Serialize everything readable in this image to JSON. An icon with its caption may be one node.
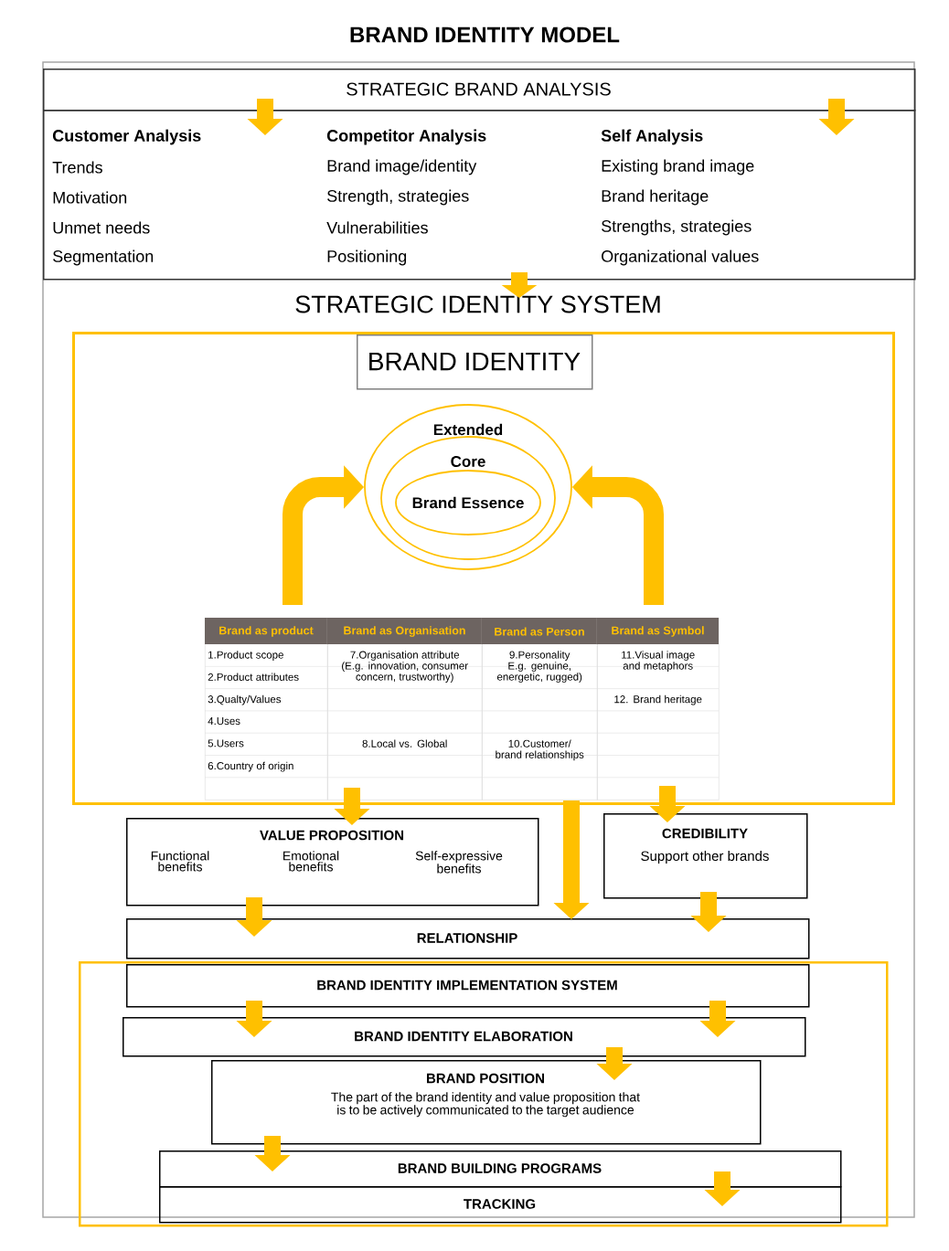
{
  "diagram": {
    "title": "BRAND IDENTITY MODEL",
    "nodes": [
      {
        "text": [
          "STRATEGIC BRAND ANALYSIS"
        ]
      },
      {
        "text": [],
        "shape": "box"
      },
      {
        "text": [
          "Customer Analysis",
          "Trends",
          "Motivation",
          "Unmet needs",
          "Segmentation"
        ],
        "in": 1
      },
      {
        "text": [
          "Competitor Analysis",
          "Brand image/identity",
          "Strength, strategies",
          "Vulnerabilities",
          "Positioning"
        ],
        "in": 1
      },
      {
        "text": [
          "Self Analysis",
          "Existing brand image",
          "Brand heritage",
          "Strengths, strategies",
          "Organizational values"
        ],
        "in": 1
      },
      {
        "text": [],
        "shape": "box"
      },
      {
        "text": [
          "BRAND IDENTITY"
        ],
        "in": 5
      },
      {
        "text": [
          "Extended"
        ],
        "in": 5
      },
      {
        "text": [
          "Core"
        ],
        "in": 7
      },
      {
        "text": [
          "Brand Essence"
        ],
        "in": 8
      },
      {
        "text": [
          "Brand as product",
          "1.Product scope",
          "2.Product attributes",
          "3.Qualty/Values",
          "4.Uses",
          "5.Users",
          "6.Country of origin"
        ],
        "in": 5
      },
      {
        "text": [
          "Brand as Organisation",
          "7.Organisation attribute (E.g. innovation, consumer concern, trustworthy)",
          "8.Local vs. Global"
        ],
        "in": 5
      },
      {
        "text": [
          "Brand as Person",
          "9.Personality E.g. genuine, energetic, rugged)",
          "10.Customer/ brand relationships"
        ],
        "in": 5
      },
      {
        "text": [
          "Brand as Symbol",
          "11.Visual image and metaphors",
          "12. Brand heritage"
        ],
        "in": 5
      },
      {
        "text": [
          "VALUE PROPOSITION",
          "Functional benefits",
          "Emotional benefits",
          "Self-expressive benefits"
        ]
      },
      {
        "text": [
          "CREDIBILITY",
          "Support other brands"
        ]
      },
      {
        "text": [
          "RELATIONSHIP"
        ]
      },
      {
        "text": [],
        "shape": "box"
      },
      {
        "text": [
          "BRAND IDENTITY IMPLEMENTATION SYSTEM"
        ],
        "in": 17
      },
      {
        "text": [
          "BRAND IDENTITY ELABORATION"
        ],
        "in": 17
      },
      {
        "text": [
          "BRAND POSITION",
          "The part of the brand identity and value proposition that is to be actively communicated to the target audience"
        ],
        "in": 17
      },
      {
        "text": [
          "BRAND BUILDING PROGRAMS"
        ],
        "in": 17
      },
      {
        "text": [
          "TRACKING"
        ],
        "in": 17
      },
      {
        "text": [
          "STRATEGIC IDENTITY SYSTEM"
        ]
      }
    ],
    "edges": [
      {
        "from": 0,
        "to": 1,
        "arrow": "to"
      },
      {
        "from": 0,
        "to": 1,
        "arrow": "to"
      },
      {
        "from": 1,
        "to": 23,
        "arrow": "to"
      },
      {
        "from": 10,
        "to": 7,
        "arrow": "to"
      },
      {
        "from": 13,
        "to": 7,
        "arrow": "to"
      },
      {
        "from": 11,
        "to": 14,
        "arrow": "to"
      },
      {
        "from": 13,
        "to": 15,
        "arrow": "to"
      },
      {
        "from": 5,
        "to": 16,
        "arrow": "to"
      },
      {
        "from": 14,
        "to": 16,
        "arrow": "to"
      },
      {
        "from": 15,
        "to": 16,
        "arrow": "to"
      },
      {
        "from": 18,
        "to": 19,
        "arrow": "to"
      },
      {
        "from": 18,
        "to": 19,
        "arrow": "to"
      },
      {
        "from": 19,
        "to": 20,
        "arrow": "to"
      },
      {
        "from": 20,
        "to": 21,
        "arrow": "to"
      },
      {
        "from": 21,
        "to": 22,
        "arrow": "to"
      }
    ]
  }
}
